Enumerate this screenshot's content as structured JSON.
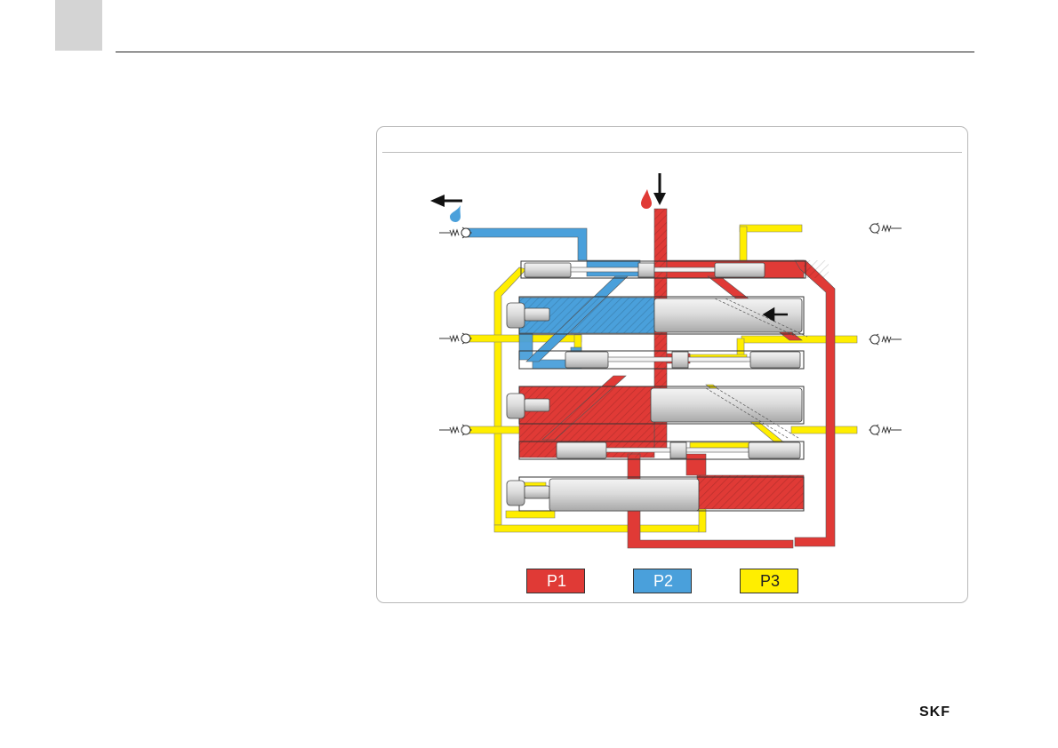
{
  "colors": {
    "p1": "#e03a36",
    "p2": "#4aa0db",
    "p3": "#ffee00",
    "piston": "#d9d9d9",
    "tab": "#d4d4d4"
  },
  "legend": [
    {
      "label": "P1",
      "color": "#e03a36"
    },
    {
      "label": "P2",
      "color": "#4aa0db"
    },
    {
      "label": "P3",
      "color": "#ffee00"
    }
  ],
  "icons": {
    "outlet": "arrow-left-icon",
    "inlet": "arrow-down-icon",
    "outlet_drop": "blue-drop-icon",
    "inlet_drop": "red-drop-icon",
    "check_valve": "check-valve-icon"
  },
  "logo_text": "SKF"
}
